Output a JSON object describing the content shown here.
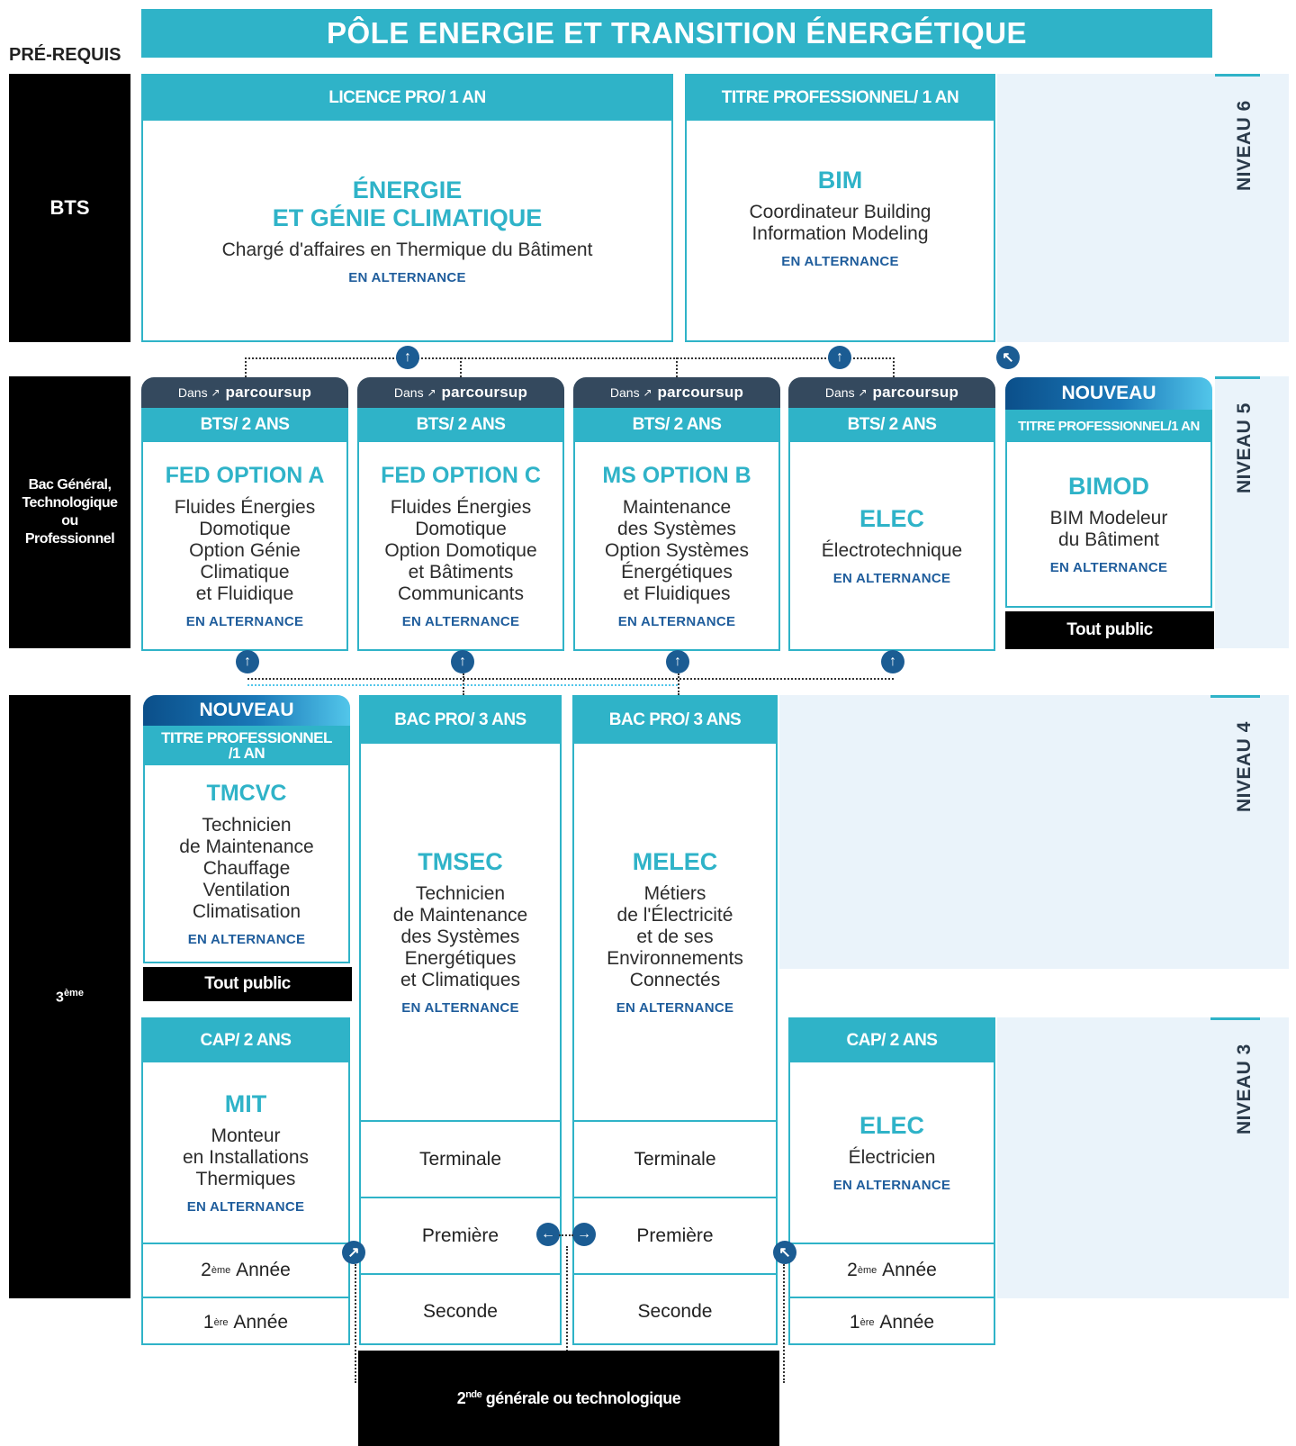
{
  "title": "PÔLE ENERGIE ET TRANSITION ÉNERGÉTIQUE",
  "prereq_label": "PRÉ-REQUIS",
  "prereqs": {
    "bts": "BTS",
    "bac_1": "Bac Général,",
    "bac_2": "Technologique",
    "bac_3": "ou",
    "bac_4": "Professionnel",
    "third": "3",
    "third_sup": "ème"
  },
  "levels": {
    "n6": "NIVEAU 6",
    "n5": "NIVEAU 5",
    "n4": "NIVEAU 4",
    "n3": "NIVEAU 3"
  },
  "common": {
    "alternance": "EN ALTERNANCE",
    "tout_public": "Tout public",
    "nouveau": "NOUVEAU",
    "parcoursup_prefix": "Dans",
    "parcoursup_brand": "parcoursup"
  },
  "niveau6": {
    "licence": {
      "header": "LICENCE PRO/ 1 AN",
      "title_1": "ÉNERGIE",
      "title_2": "ET GÉNIE CLIMATIQUE",
      "desc": "Chargé d'affaires en Thermique du Bâtiment"
    },
    "bim": {
      "header": "TITRE PROFESSIONNEL/ 1 AN",
      "title": "BIM",
      "desc": "Coordinateur Building\nInformation Modeling"
    }
  },
  "niveau5": {
    "bts_header": "BTS/ 2 ANS",
    "fed_a": {
      "title": "FED OPTION A",
      "desc": "Fluides Énergies\nDomotique\nOption Génie\nClimatique\net Fluidique"
    },
    "fed_c": {
      "title": "FED OPTION C",
      "desc": "Fluides Énergies\nDomotique\nOption Domotique\net Bâtiments\nCommunicants"
    },
    "ms_b": {
      "title": "MS OPTION B",
      "desc": "Maintenance\ndes Systèmes\nOption Systèmes\nÉnergétiques\net Fluidiques"
    },
    "elec": {
      "title": "ELEC",
      "desc": "Électrotechnique"
    },
    "bimod": {
      "header": "TITRE PROFESSIONNEL/1 AN",
      "title": "BIMOD",
      "desc": "BIM Modeleur\ndu Bâtiment"
    }
  },
  "niveau4": {
    "tmcvc": {
      "header": "TITRE PROFESSIONNEL\n/1 AN",
      "title": "TMCVC",
      "desc": "Technicien\nde Maintenance\nChauffage\nVentilation\nClimatisation"
    },
    "bac_pro_header": "BAC PRO/ 3 ANS",
    "tmsec": {
      "title": "TMSEC",
      "desc": "Technicien\nde Maintenance\ndes Systèmes\nEnergétiques\net Climatiques"
    },
    "melec": {
      "title": "MELEC",
      "desc": "Métiers\nde l'Électricité\net de ses\nEnvironnements\nConnectés"
    },
    "years": {
      "terminale": "Terminale",
      "premiere": "Première",
      "seconde": "Seconde"
    }
  },
  "niveau3": {
    "cap_header": "CAP/ 2 ANS",
    "mit": {
      "title": "MIT",
      "desc": "Monteur\nen Installations\nThermiques"
    },
    "elec": {
      "title": "ELEC",
      "desc": "Électricien"
    },
    "year2": {
      "num": "2",
      "sup": "ème",
      "word": "Année"
    },
    "year1": {
      "num": "1",
      "sup": "ère",
      "word": "Année"
    }
  },
  "bottom": {
    "num": "2",
    "sup": "nde",
    "text": "générale ou technologique"
  }
}
